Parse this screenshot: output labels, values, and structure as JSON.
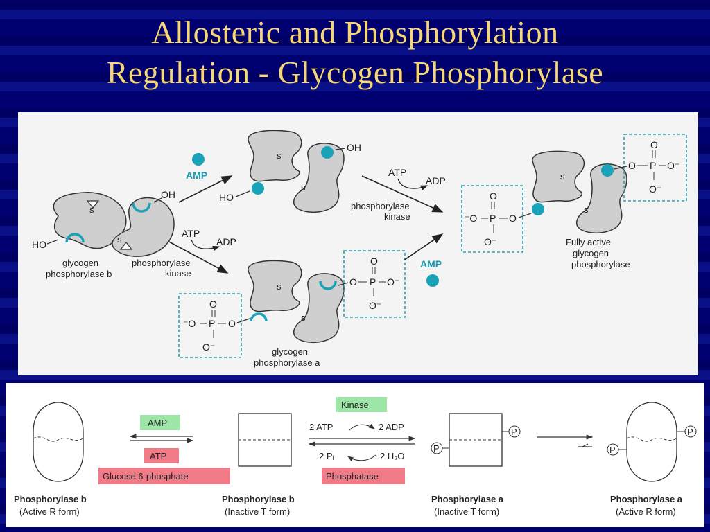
{
  "slide": {
    "title_line1": "Allosteric and Phosphorylation",
    "title_line2": "Regulation - Glycogen Phosphorylase"
  },
  "top_figure": {
    "b_label_line1": "glycogen",
    "b_label_line2": "phosphorylase b",
    "a_label_line1": "glycogen",
    "a_label_line2": "phosphorylase a",
    "active_label_line1": "Fully active",
    "active_label_line2": "glycogen",
    "active_label_line3": "phosphorylase",
    "kinase_line1": "phosphorylase",
    "kinase_line2": "kinase",
    "kinase2_line1": "phosphorylase",
    "kinase2_line2": "kinase",
    "amp": "AMP",
    "amp2": "AMP",
    "atp": "ATP",
    "adp": "ADP",
    "atp2": "ATP",
    "adp2": "ADP",
    "ho": "HO",
    "oh": "OH",
    "ho2": "HO",
    "oh2": "OH",
    "subunit_s": "s",
    "phosphate": {
      "o_top": "O",
      "o_left": "⁻O",
      "p": "P",
      "o_right": "O",
      "o_bottom": "O⁻",
      "o_minus": "O⁻"
    },
    "colors": {
      "amp_teal": "#1aa3b8",
      "protein_gray": "#cfcfcf",
      "box_dash": "#2aa0b0"
    }
  },
  "bottom_figure": {
    "amp_tag": "AMP",
    "atp_tag": "ATP",
    "g6p_tag": "Glucose 6-phosphate",
    "kinase_tag": "Kinase",
    "phosphatase_tag": "Phosphatase",
    "two_atp": "2 ATP",
    "two_adp": "2 ADP",
    "two_pi": "2 Pᵢ",
    "two_h2o": "2 H₂O",
    "p_symbol": "P",
    "state1_name": "Phosphorylase b",
    "state1_form": "(Active R form)",
    "state2_name": "Phosphorylase b",
    "state2_form": "(Inactive T form)",
    "state3_name": "Phosphorylase a",
    "state3_form": "(Inactive T form)",
    "state4_name": "Phosphorylase a",
    "state4_form": "(Active R form)",
    "colors": {
      "green_tag": "#9ee6a8",
      "pink_tag": "#f07a86"
    }
  }
}
